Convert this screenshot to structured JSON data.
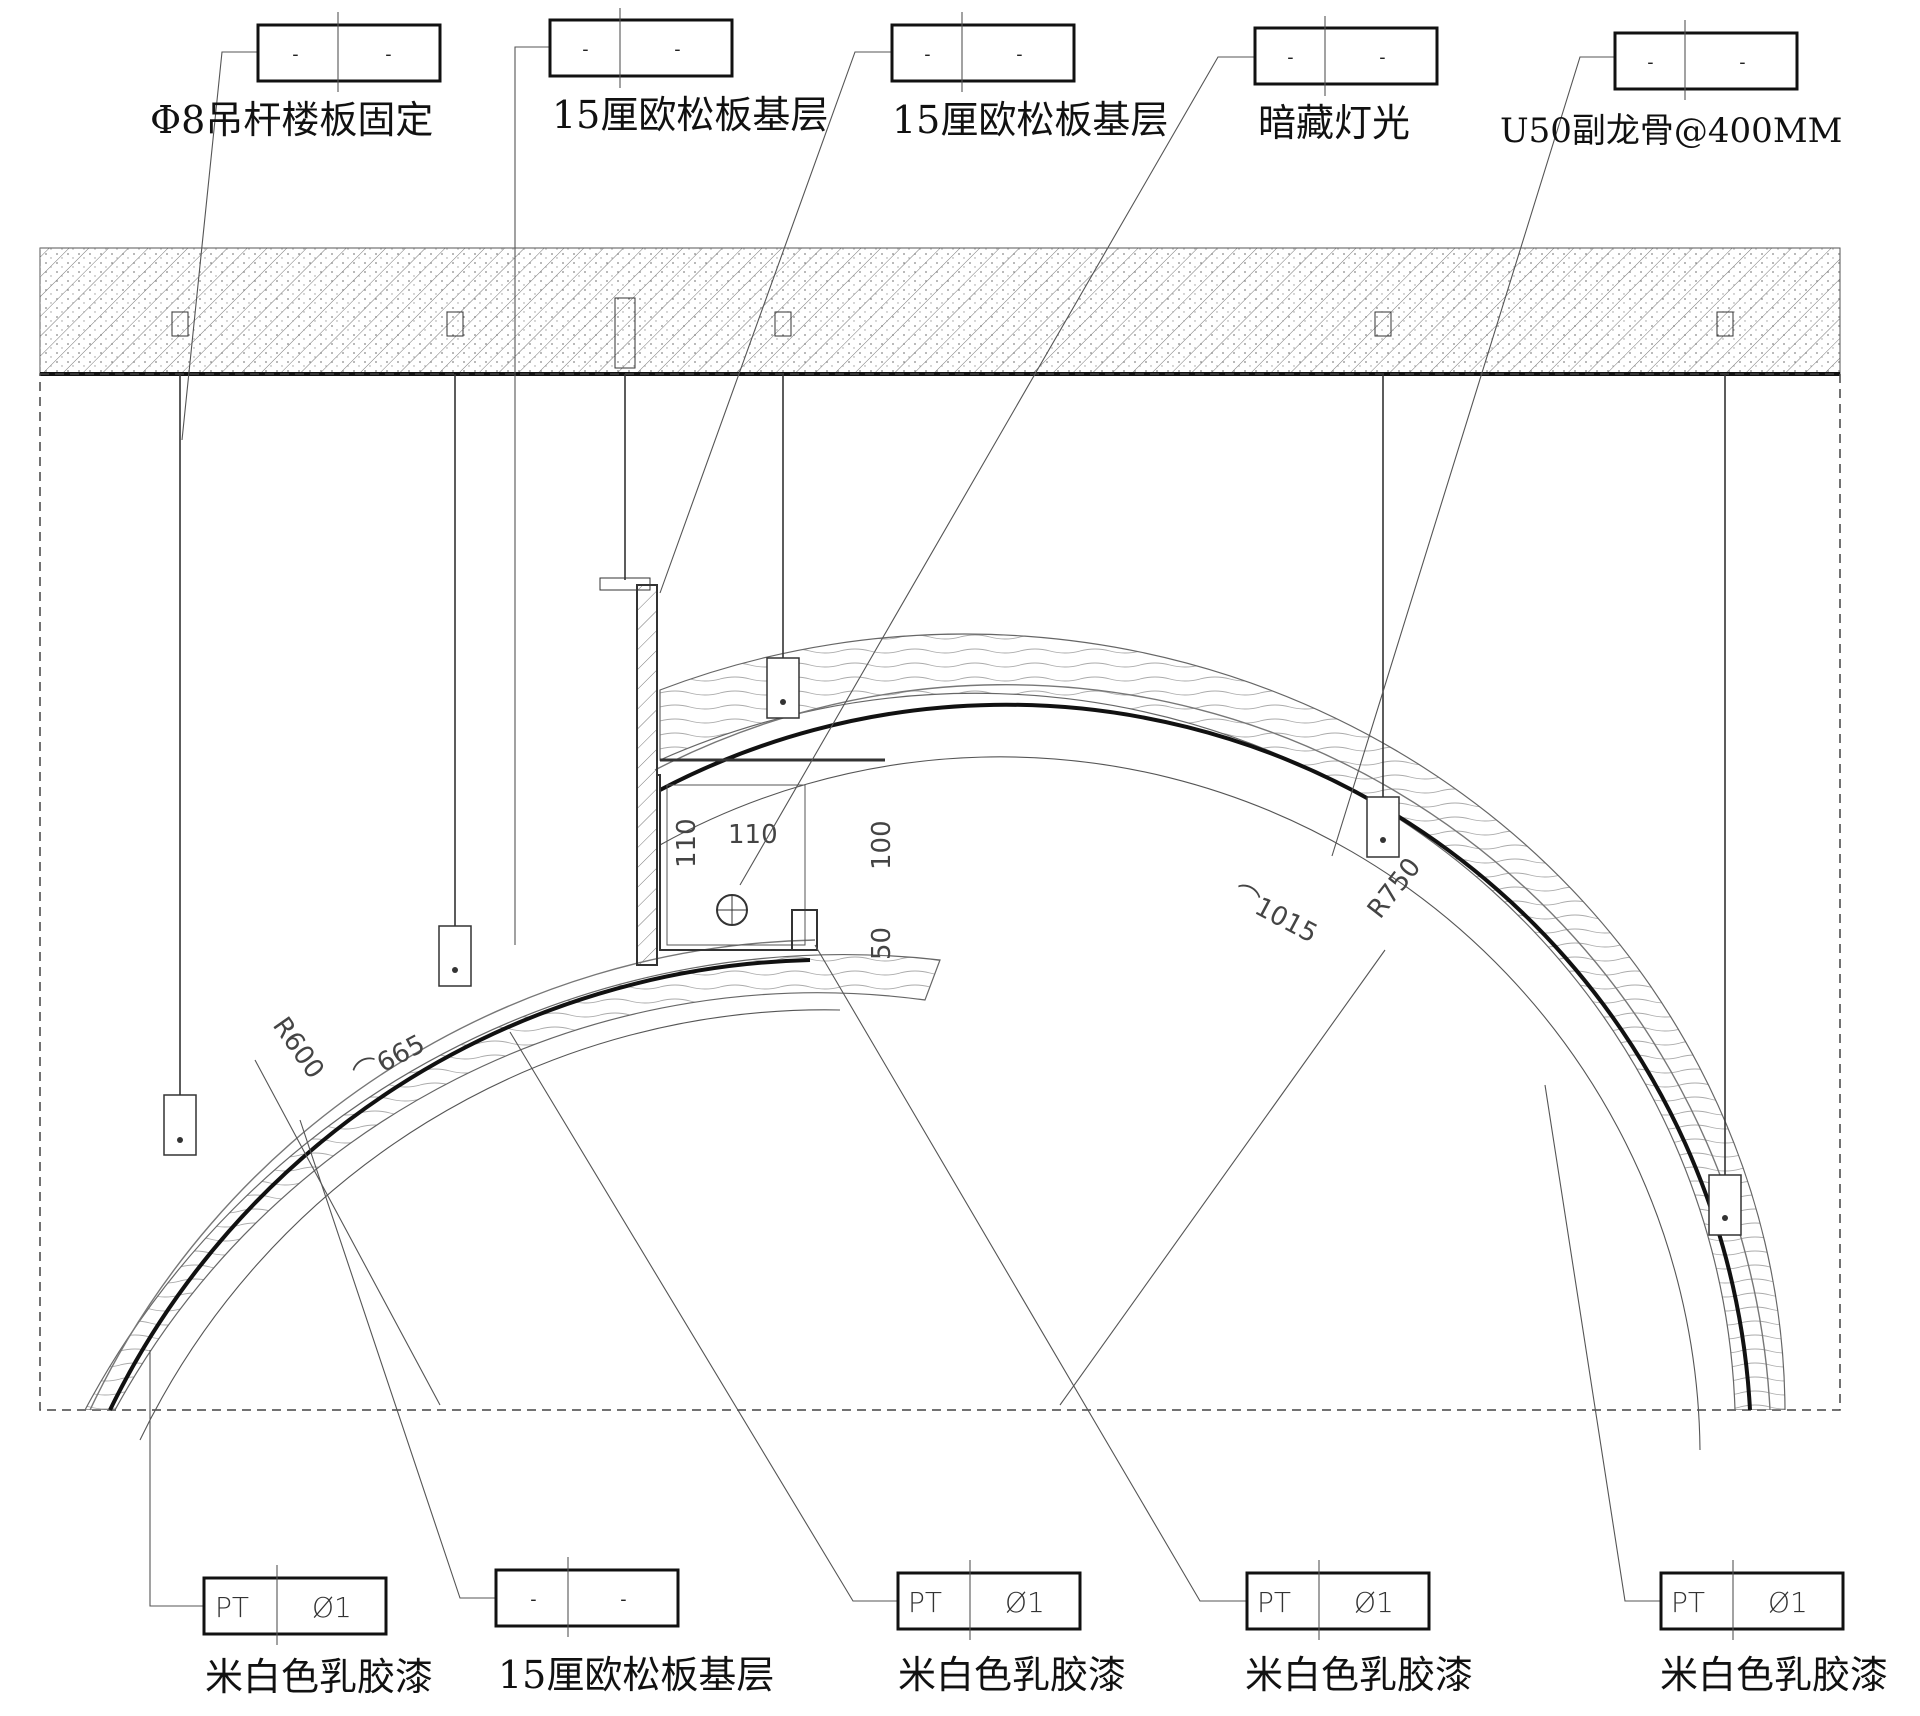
{
  "top_labels": [
    {
      "text": "Φ8吊杆楼板固定",
      "tag_left": "-",
      "tag_right": "-"
    },
    {
      "text": "15厘欧松板基层",
      "tag_left": "-",
      "tag_right": "-"
    },
    {
      "text": "15厘欧松板基层",
      "tag_left": "-",
      "tag_right": "-"
    },
    {
      "text": "暗藏灯光",
      "tag_left": "-",
      "tag_right": "-"
    },
    {
      "text": "U50副龙骨@400MM",
      "tag_left": "-",
      "tag_right": "-"
    }
  ],
  "bottom_labels": [
    {
      "text": "米白色乳胶漆",
      "tag_left": "PT",
      "tag_right": "Ø1"
    },
    {
      "text": "15厘欧松板基层",
      "tag_left": "-",
      "tag_right": "-"
    },
    {
      "text": "米白色乳胶漆",
      "tag_left": "PT",
      "tag_right": "Ø1"
    },
    {
      "text": "米白色乳胶漆",
      "tag_left": "PT",
      "tag_right": "Ø1"
    },
    {
      "text": "米白色乳胶漆",
      "tag_left": "PT",
      "tag_right": "Ø1"
    }
  ],
  "dimensions": {
    "r600": "R600",
    "arc665": "⌒665",
    "arc1015": "⌒1015",
    "r750": "R750",
    "d110a": "110",
    "d110b": "110",
    "d100": "100",
    "d50": "50"
  },
  "colors": {
    "line": "#333333",
    "slab_hatch": "#666666",
    "box": "#111111"
  }
}
